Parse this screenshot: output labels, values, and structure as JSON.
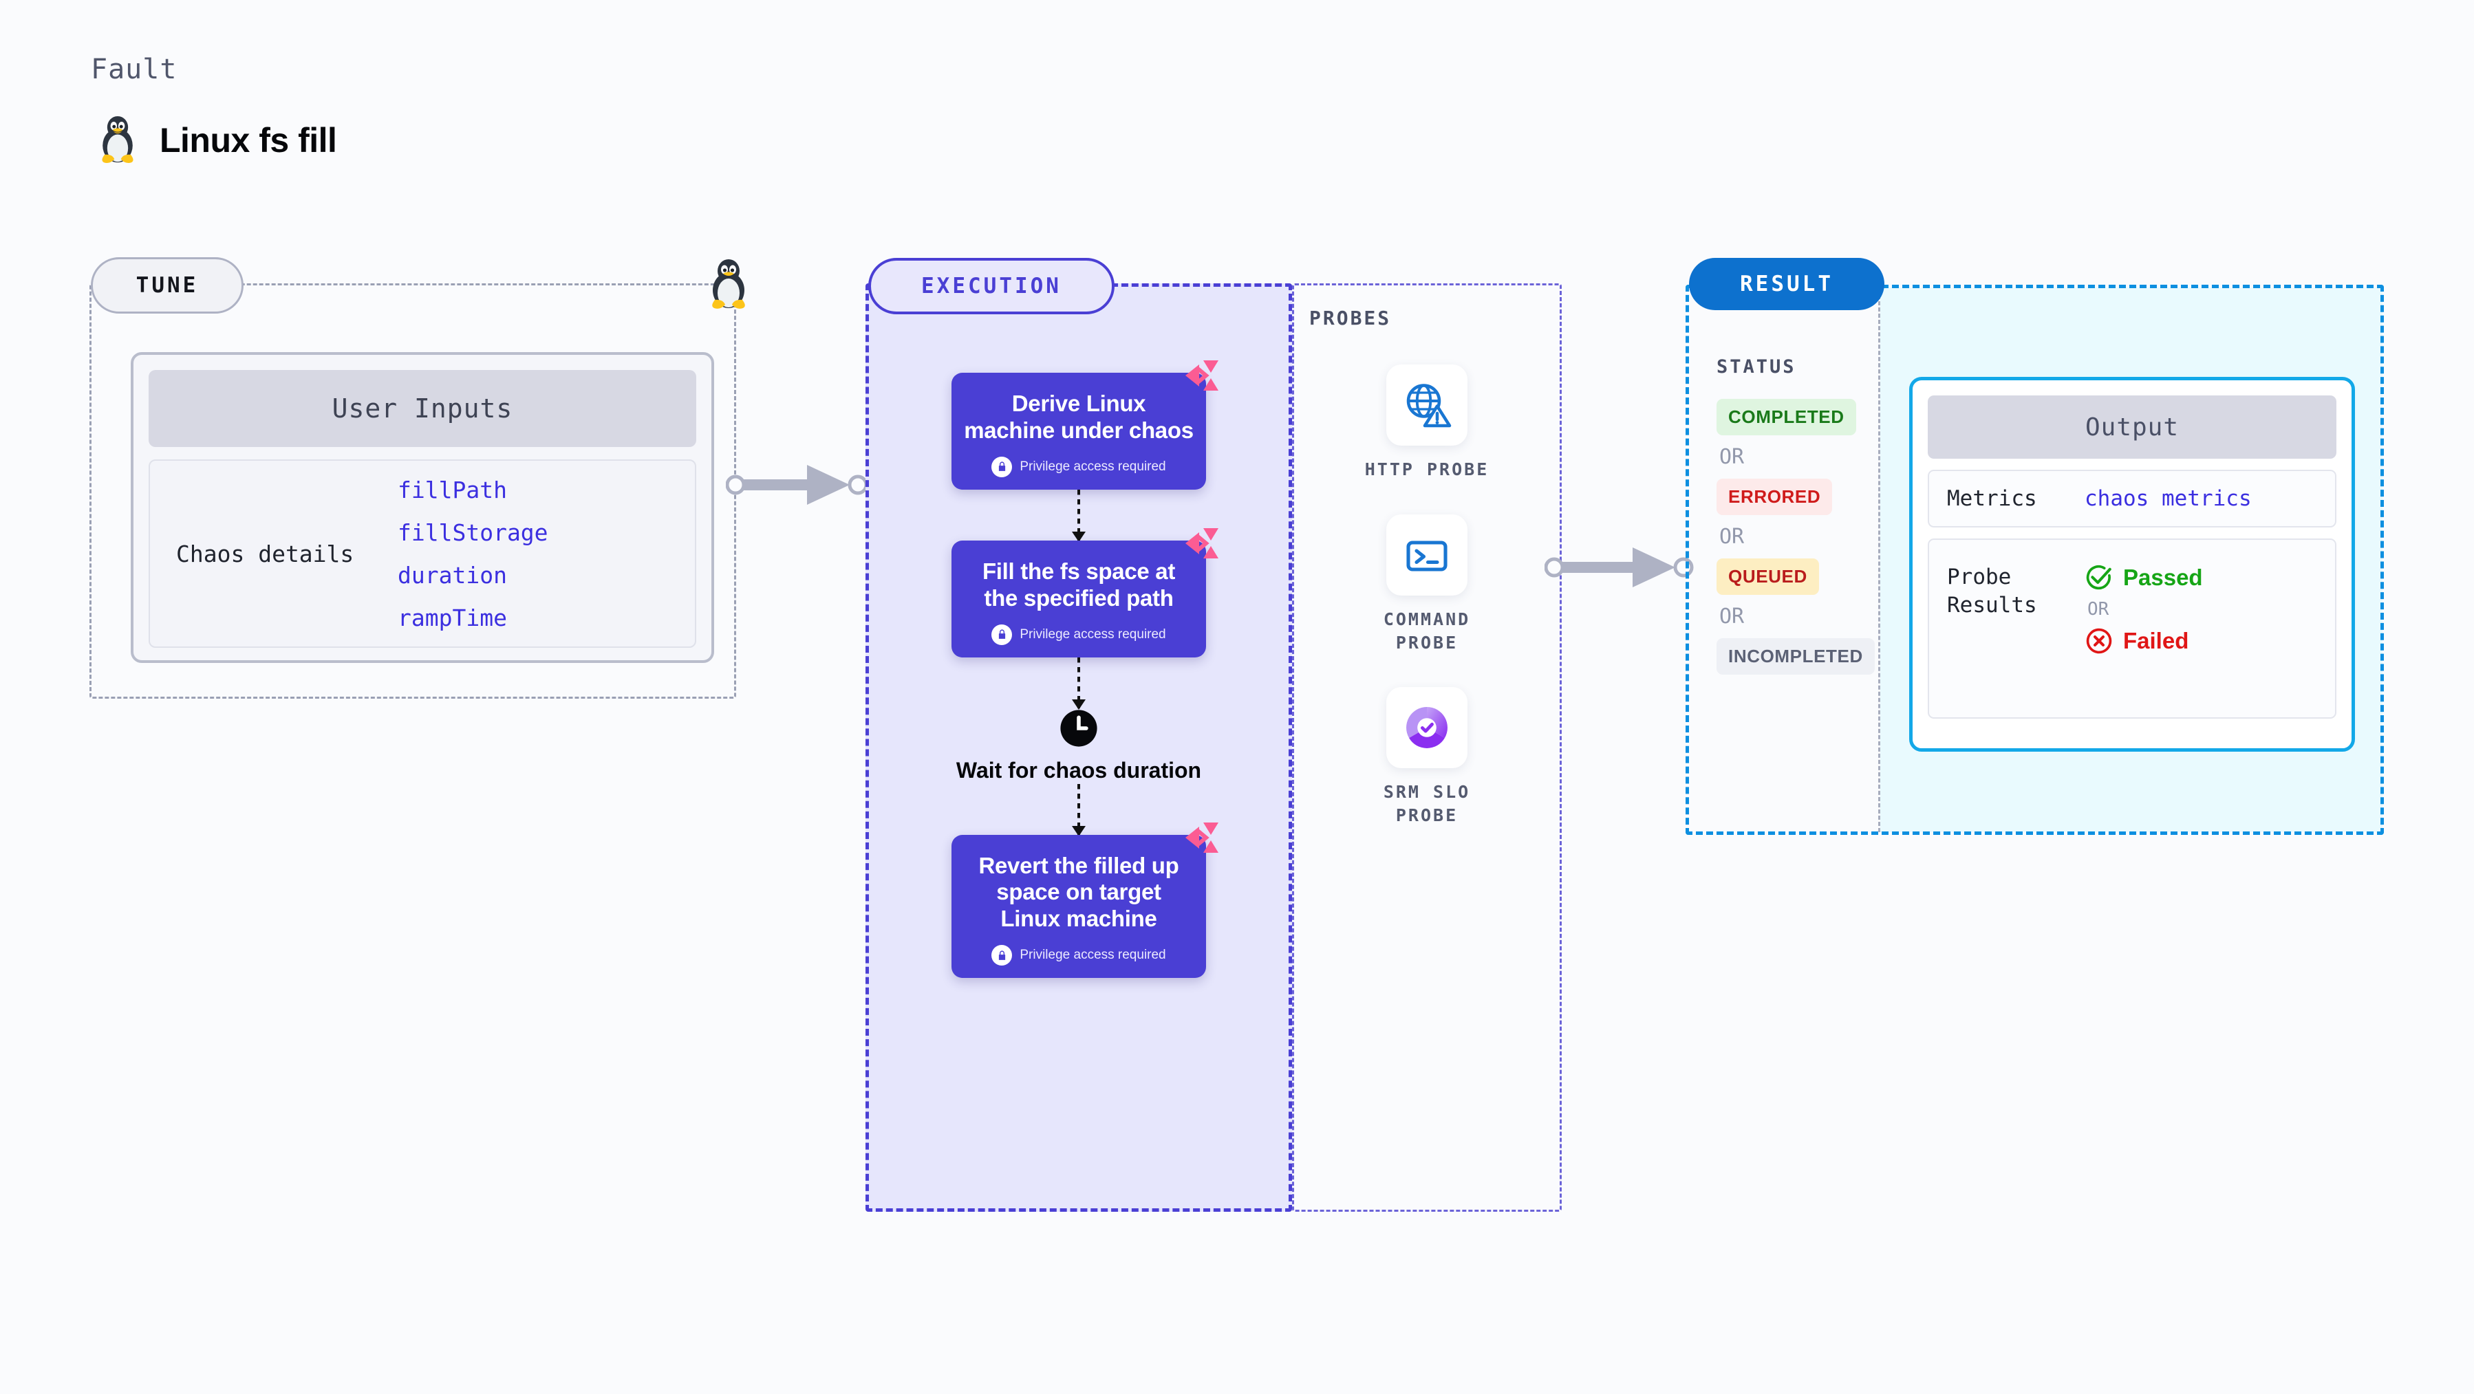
{
  "header": {
    "kicker": "Fault",
    "title": "Linux fs fill",
    "icon": "tux-penguin-icon"
  },
  "tune": {
    "badge": "TUNE",
    "node_icon": "tux-penguin-icon",
    "card": {
      "header": "User Inputs",
      "label": "Chaos details",
      "params": [
        "fillPath",
        "fillStorage",
        "duration",
        "rampTime"
      ]
    }
  },
  "execution": {
    "badge": "EXECUTION",
    "steps": [
      {
        "title": "Derive Linux machine under chaos",
        "privilege": "Privilege access required",
        "type": "card"
      },
      {
        "title": "Fill the fs space at the specified path",
        "privilege": "Privilege access required",
        "type": "card"
      },
      {
        "title": "Wait for chaos duration",
        "type": "wait",
        "icon": "clock-icon"
      },
      {
        "title": "Revert the filled up space on target Linux machine",
        "privilege": "Privilege access required",
        "type": "card"
      }
    ]
  },
  "probes": {
    "title": "PROBES",
    "items": [
      {
        "label": "HTTP PROBE",
        "icon": "globe-warning-icon"
      },
      {
        "label": "COMMAND\nPROBE",
        "icon": "terminal-icon"
      },
      {
        "label": "SRM SLO\nPROBE",
        "icon": "slo-donut-check-icon"
      }
    ]
  },
  "result": {
    "badge": "RESULT",
    "status_title": "STATUS",
    "or_label": "OR",
    "statuses": [
      {
        "label": "COMPLETED",
        "color": "#1a7a1a",
        "bg": "#dff5e0"
      },
      {
        "label": "ERRORED",
        "color": "#cf1b1b",
        "bg": "#fdeaea"
      },
      {
        "label": "QUEUED",
        "color": "#b91c1c",
        "bg": "#fdeec2"
      },
      {
        "label": "INCOMPLETED",
        "color": "#5b6175",
        "bg": "#eef0f5"
      }
    ],
    "output": {
      "header": "Output",
      "metrics_key": "Metrics",
      "metrics_value": "chaos metrics",
      "probe_key": "Probe\nResults",
      "passed": "Passed",
      "failed": "Failed",
      "or_label": "OR"
    }
  },
  "colors": {
    "accent_purple": "#4a3fd4",
    "accent_blue": "#0d71ce",
    "accent_cyan": "#13a8e8",
    "pink": "#fb5c93",
    "mono_blue": "#3b2fe0"
  }
}
